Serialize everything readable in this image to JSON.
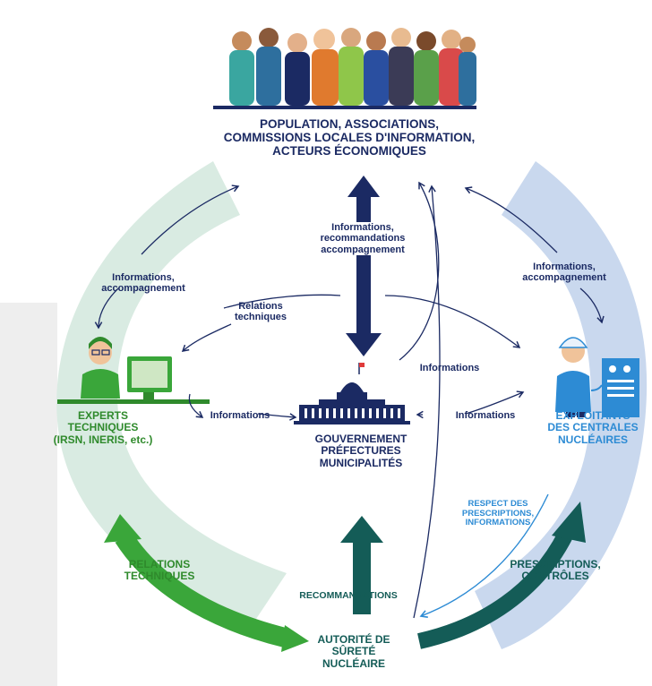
{
  "colors": {
    "navy": "#1b2a63",
    "green": "#2f8a2c",
    "green_arrow": "#3aa63a",
    "teal": "#145c57",
    "light_blue": "#2d8bd4",
    "left_band": "#d9ebe2",
    "right_band": "#c9d8ee"
  },
  "top": {
    "lines": [
      "POPULATION, ASSOCIATIONS,",
      "COMMISSIONS LOCALES D'INFORMATION,",
      "ACTEURS ÉCONOMIQUES"
    ]
  },
  "center": {
    "lines": [
      "GOUVERNEMENT",
      "PRÉFECTURES",
      "MUNICIPALITÉS"
    ]
  },
  "left_actor": {
    "lines": [
      "EXPERTS",
      "TECHNIQUES",
      "(IRSN, INERIS, etc.)"
    ]
  },
  "right_actor": {
    "lines": [
      "EXPLOITANTS",
      "DES CENTRALES",
      "NUCLÉAIRES"
    ]
  },
  "bottom": {
    "lines": [
      "AUTORITÉ DE",
      "SÛRETÉ",
      "NUCLÉAIRE"
    ]
  },
  "labels": {
    "center_top_info": [
      "Informations,",
      "recommandations",
      "accompagnement"
    ],
    "left_info": [
      "Informations,",
      "accompagnement"
    ],
    "right_info": [
      "Informations,",
      "accompagnement"
    ],
    "relations_techniques_small": [
      "Relations",
      "techniques"
    ],
    "informations_right_mid": "Informations",
    "informations_left": "Informations",
    "informations_right": "Informations",
    "relations_techniques_big": [
      "RELATIONS",
      "TECHNIQUES"
    ],
    "recommandations": "RECOMMANDATIONS",
    "respect": [
      "RESPECT DES",
      "PRESCRIPTIONS,",
      "INFORMATIONS"
    ],
    "prescriptions": [
      "PRESCRIPTIONS,",
      "CONTRÔLES"
    ]
  },
  "icons": {
    "crowd": "people-crowd-icon",
    "government": "government-building-icon",
    "expert": "expert-at-computer-icon",
    "operator": "plant-operator-icon"
  }
}
